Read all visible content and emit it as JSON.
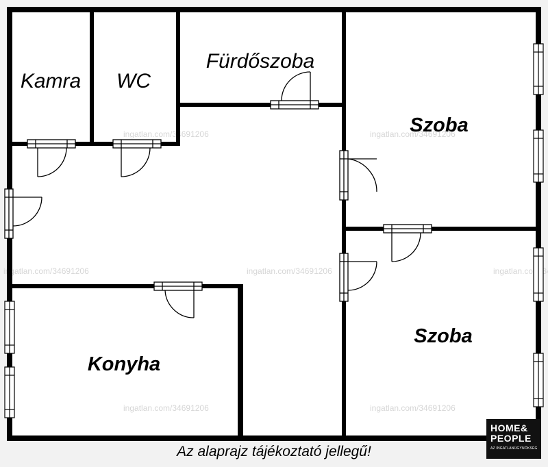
{
  "rooms": {
    "kamra": "Kamra",
    "wc": "WC",
    "furdoszoba": "Fürdőszoba",
    "szoba_top": "Szoba",
    "szoba_bottom": "Szoba",
    "konyha": "Konyha"
  },
  "watermark": "ingatlan.com/34691206",
  "caption": "Az alaprajz tájékoztató jellegű!",
  "logo": {
    "line1": "HOME&",
    "line2": "PEOPLE",
    "line3": "AZ INGATLANÜGYNÖKSÉG"
  },
  "colors": {
    "wall": "#000000",
    "floor": "#ffffff",
    "page_background": "#f2f2f2",
    "watermark": "#d6d6d6"
  }
}
